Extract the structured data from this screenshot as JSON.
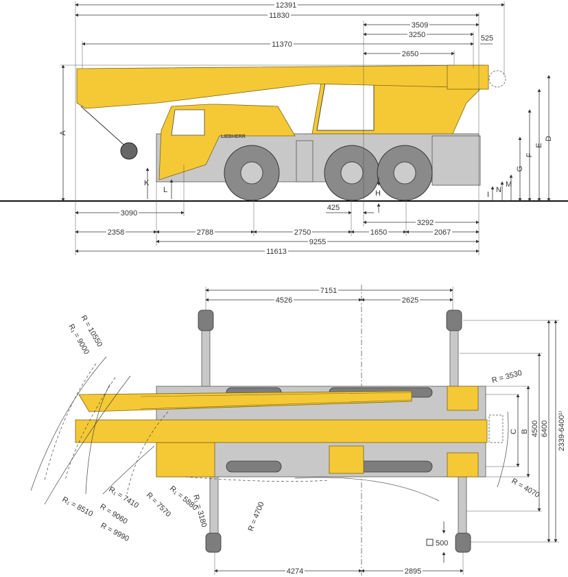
{
  "side_view": {
    "top_dims": [
      "12391",
      "11830",
      "3509",
      "3250",
      "11370",
      "525",
      "2650"
    ],
    "bottom_dims": [
      "3090",
      "425",
      "3292",
      "2358",
      "2788",
      "2750",
      "1650",
      "2067",
      "9255",
      "11613"
    ],
    "height_letters": [
      "A",
      "D",
      "E",
      "F",
      "G",
      "M",
      "N",
      "I",
      "H",
      "K",
      "L"
    ],
    "brand": "LIEBHERR"
  },
  "top_view": {
    "top_dims": [
      "7151",
      "4526",
      "2625"
    ],
    "bottom_dims": [
      "4274",
      "2895"
    ],
    "right_dims": [
      "2339-6400¹⁾",
      "6400",
      "4500",
      "B",
      "C"
    ],
    "radii": [
      "R = 10550",
      "R₁ = 9000",
      "R = 3530",
      "R = 4070",
      "R₁ = 5880",
      "R = 7570",
      "R₁ = 7410",
      "R = 9060",
      "R₁ = 8510",
      "R = 9990",
      "R₁ = 3180",
      "R = 4700"
    ],
    "pad_size": "500"
  },
  "colors": {
    "crane_yellow": "#f5c935",
    "chassis_gray": "#c8c8c8",
    "tire_gray": "#8a8a8a"
  }
}
